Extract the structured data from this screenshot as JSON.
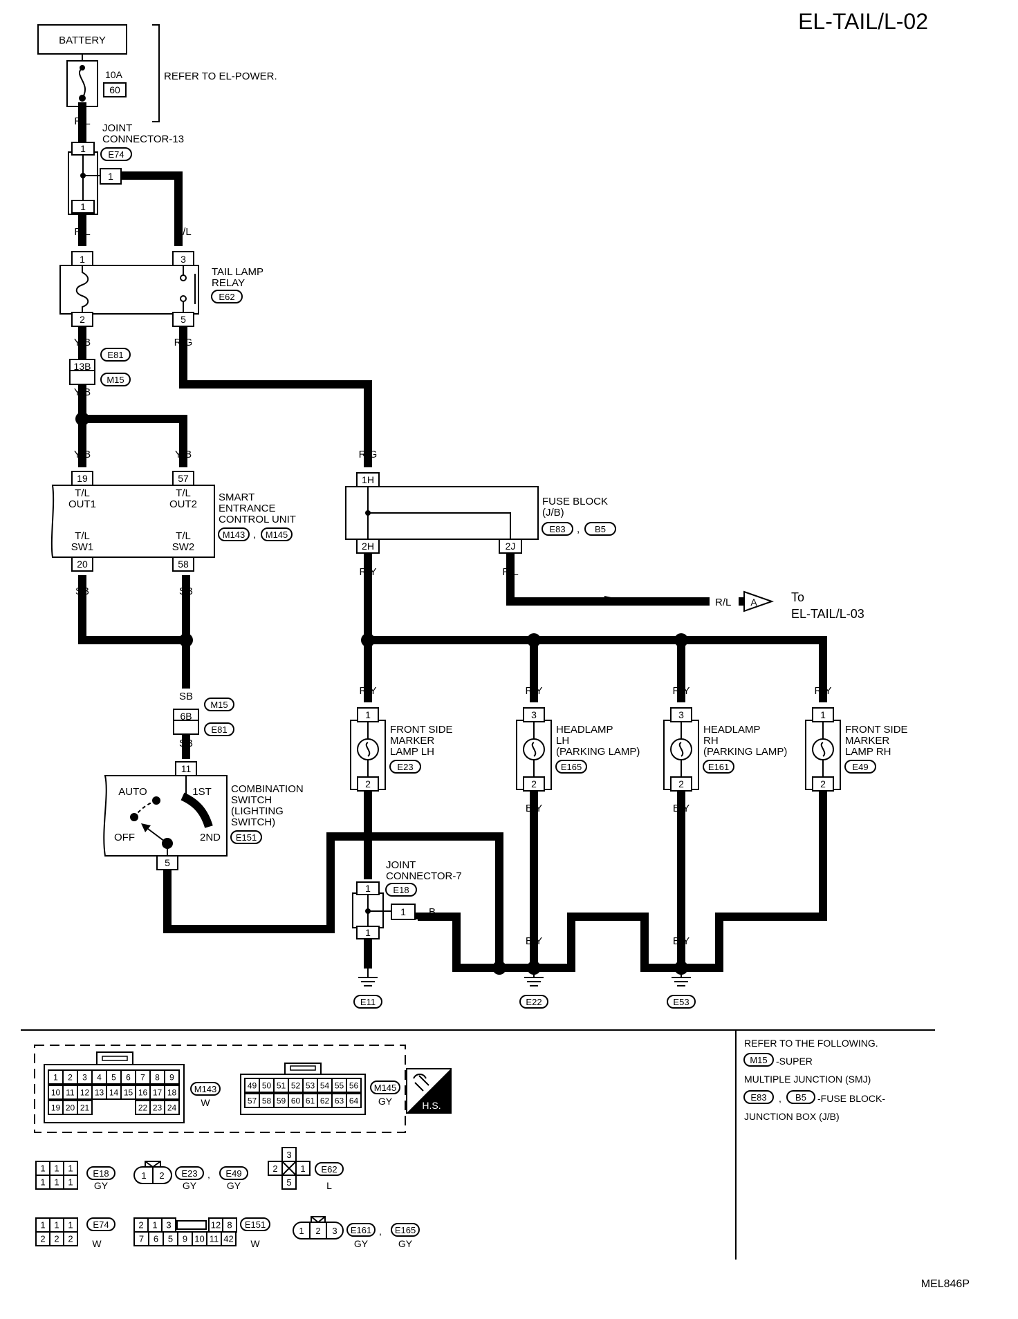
{
  "page_code": "EL-TAIL/L-02",
  "figure_code": "MEL846P",
  "colors": {
    "ink": "#000000",
    "paper": "#ffffff"
  },
  "battery": {
    "label": "BATTERY"
  },
  "fuse": {
    "rating": "10A",
    "number": "60",
    "note": "REFER TO EL-POWER."
  },
  "wires": {
    "rl": "R/L",
    "yb": "Y/B",
    "rg": "R/G",
    "ry": "R/Y",
    "sb": "SB",
    "b": "B",
    "by": "B/Y"
  },
  "joint13": {
    "line1": "JOINT",
    "line2": "CONNECTOR-13",
    "conn": "E74",
    "pin": "1"
  },
  "relay": {
    "line1": "TAIL LAMP",
    "line2": "RELAY",
    "conn": "E62",
    "pins": [
      "1",
      "3",
      "2",
      "5"
    ]
  },
  "smj1": {
    "pin": "13B",
    "conn_a": "E81",
    "conn_b": "M15"
  },
  "secu": {
    "line1": "SMART",
    "line2": "ENTRANCE",
    "line3": "CONTROL UNIT",
    "conn_a": "M143",
    "conn_b": "M145",
    "sep": ",",
    "tl": "T/L",
    "out1": "OUT1",
    "out2": "OUT2",
    "sw1": "SW1",
    "sw2": "SW2",
    "pins": [
      "19",
      "57",
      "20",
      "58"
    ]
  },
  "fuse_block": {
    "line1": "FUSE BLOCK",
    "line2": "(J/B)",
    "conn_a": "E83",
    "conn_b": "B5",
    "sep": ",",
    "pins": [
      "1H",
      "2H",
      "2J"
    ]
  },
  "offpage": {
    "marker": "A",
    "to": "To",
    "ref": "EL-TAIL/L-03"
  },
  "smj2": {
    "pin": "6B",
    "conn_a": "M15",
    "conn_b": "E81"
  },
  "combo": {
    "line1": "COMBINATION",
    "line2": "SWITCH",
    "line3": "(LIGHTING",
    "line4": "SWITCH)",
    "conn": "E151",
    "auto": "AUTO",
    "off": "OFF",
    "first": "1ST",
    "second": "2ND",
    "pins": [
      "11",
      "5"
    ]
  },
  "lamps": [
    {
      "l1": "FRONT SIDE",
      "l2": "MARKER",
      "l3": "LAMP LH",
      "conn": "E23",
      "pin_top": "1",
      "pin_bot": "2",
      "out": "B"
    },
    {
      "l1": "HEADLAMP",
      "l2": "LH",
      "l3": "(PARKING LAMP)",
      "conn": "E165",
      "pin_top": "3",
      "pin_bot": "2",
      "out": "B/Y"
    },
    {
      "l1": "HEADLAMP",
      "l2": "RH",
      "l3": "(PARKING LAMP)",
      "conn": "E161",
      "pin_top": "3",
      "pin_bot": "2",
      "out": "B/Y"
    },
    {
      "l1": "FRONT SIDE",
      "l2": "MARKER",
      "l3": "LAMP RH",
      "conn": "E49",
      "pin_top": "1",
      "pin_bot": "2",
      "out": "B"
    }
  ],
  "joint7": {
    "line1": "JOINT",
    "line2": "CONNECTOR-7",
    "conn": "E18",
    "pin": "1"
  },
  "grounds": [
    "E11",
    "E22",
    "E53"
  ],
  "legend": {
    "intro": "REFER TO THE FOLLOWING.",
    "smj_id": "M15",
    "smj_text": "-SUPER",
    "smj_text2": "MULTIPLE JUNCTION (SMJ)",
    "jb_a": "E83",
    "jb_b": "B5",
    "sep": ",",
    "jb_text": "-FUSE BLOCK-",
    "jb_text2": "JUNCTION BOX (J/B)"
  },
  "connectors": {
    "hs": "H.S.",
    "m143": {
      "id": "M143",
      "color": "W",
      "row1": [
        "1",
        "2",
        "3",
        "4",
        "5",
        "6",
        "7",
        "8",
        "9"
      ],
      "row2": [
        "10",
        "11",
        "12",
        "13",
        "14",
        "15",
        "16",
        "17",
        "18"
      ],
      "row3a": [
        "19",
        "20",
        "21"
      ],
      "row3b": [
        "22",
        "23",
        "24"
      ]
    },
    "m145": {
      "id": "M145",
      "color": "GY",
      "row1": [
        "49",
        "50",
        "51",
        "52",
        "53",
        "54",
        "55",
        "56"
      ],
      "row2": [
        "57",
        "58",
        "59",
        "60",
        "61",
        "62",
        "63",
        "64"
      ]
    },
    "e18": {
      "id": "E18",
      "color": "GY",
      "pins": [
        "1",
        "1",
        "1",
        "1",
        "1",
        "1"
      ]
    },
    "e23": {
      "id": "E23",
      "id2": "E49",
      "color": "GY",
      "color2": "GY",
      "pins": [
        "1",
        "2"
      ],
      "sep": ","
    },
    "e62": {
      "id": "E62",
      "color": "L",
      "pins": [
        "3",
        "2",
        "1",
        "5"
      ]
    },
    "e74": {
      "id": "E74",
      "color": "W",
      "pins": [
        "1",
        "1",
        "1",
        "2",
        "2",
        "2"
      ]
    },
    "e151": {
      "id": "E151",
      "color": "W",
      "row1": [
        "2",
        "1",
        "3",
        "12",
        "8"
      ],
      "row2": [
        "7",
        "6",
        "5",
        "9",
        "10",
        "11",
        "42"
      ]
    },
    "e161": {
      "id": "E161",
      "id2": "E165",
      "color": "GY",
      "color2": "GY",
      "pins": [
        "1",
        "2",
        "3"
      ],
      "sep": ","
    }
  }
}
